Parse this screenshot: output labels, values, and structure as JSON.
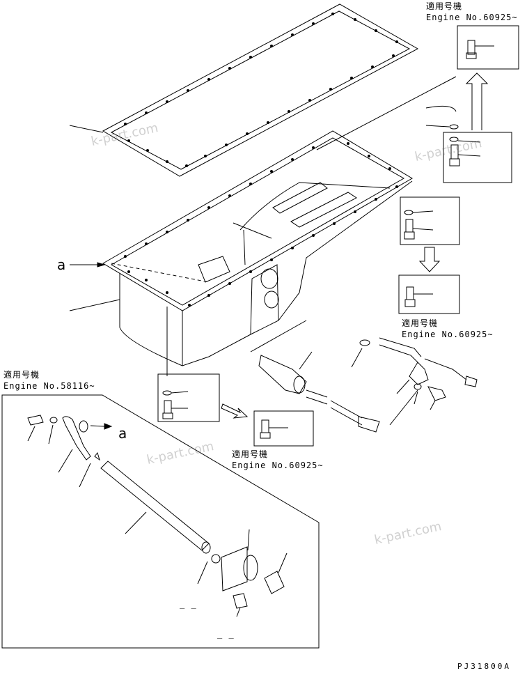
{
  "labels": {
    "applicable_jp": "適用号機",
    "engine_60925": "Engine No.60925~",
    "engine_58116": "Engine No.58116~",
    "ref_mark": "a",
    "dash": "_ _"
  },
  "watermark": "k-part.com",
  "drawing_code": "PJ31800A",
  "colors": {
    "line": "#000000",
    "background": "#ffffff",
    "watermark": "#9a9a9a"
  }
}
